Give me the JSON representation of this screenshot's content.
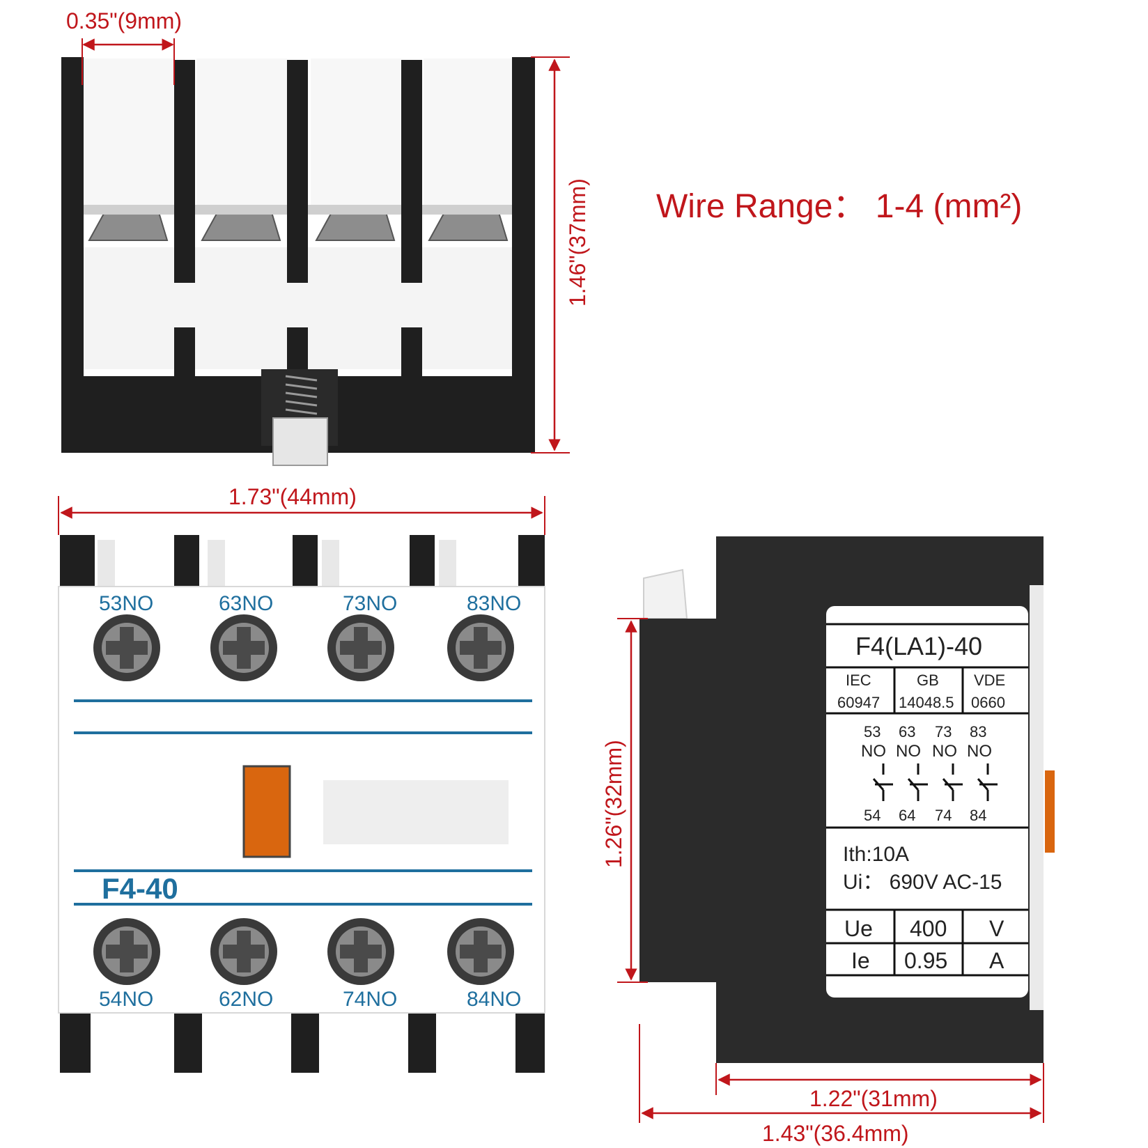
{
  "title": "Wire Range： 1-4 (mm²)",
  "colors": {
    "dimension": "#c0161b",
    "terminal_text": "#1f6f9e",
    "body_black": "#222222",
    "indicator": "#d9660f"
  },
  "dimensions": {
    "terminal_pitch": "0.35\"(9mm)",
    "top_view_height": "1.46\"(37mm)",
    "front_width": "1.73\"(44mm)",
    "side_height": "1.26\"(32mm)",
    "side_depth_body": "1.22\"(31mm)",
    "side_depth_total": "1.43\"(36.4mm)"
  },
  "front": {
    "top_terminals": [
      "53NO",
      "63NO",
      "73NO",
      "83NO"
    ],
    "bottom_terminals": [
      "54NO",
      "62NO",
      "74NO",
      "84NO"
    ],
    "model": "F4-40"
  },
  "label": {
    "model": "F4(LA1)-40",
    "standards": [
      {
        "name": "IEC",
        "code": "60947"
      },
      {
        "name": "GB",
        "code": "14048.5"
      },
      {
        "name": "VDE",
        "code": "0660"
      }
    ],
    "contacts_top": [
      "53",
      "63",
      "73",
      "83"
    ],
    "contacts_type": [
      "NO",
      "NO",
      "NO",
      "NO"
    ],
    "contacts_bottom": [
      "54",
      "64",
      "74",
      "84"
    ],
    "ith": "Ith:10A",
    "ui": "Ui： 690V  AC-15",
    "rating_rows": [
      {
        "symbol": "Ue",
        "value": "400",
        "unit": "V"
      },
      {
        "symbol": "Ie",
        "value": "0.95",
        "unit": "A"
      }
    ]
  }
}
